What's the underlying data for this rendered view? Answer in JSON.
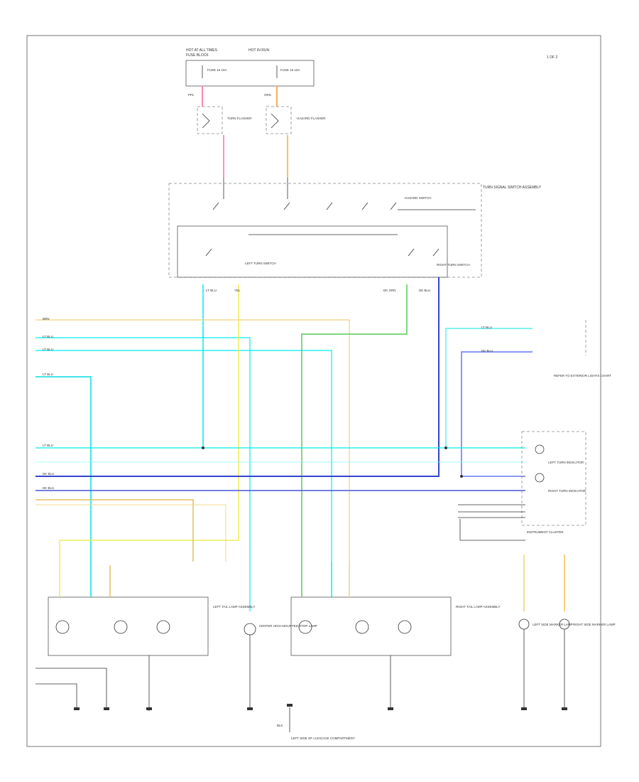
{
  "labels": {
    "fuse_block": "HOT AT ALL TIMES",
    "fuse_block_sub": "FUSE BLOCK",
    "hot_in_run": "HOT IN RUN",
    "fuse_a": "FUSE 16 10A",
    "fuse_b": "FUSE 15 15A",
    "page_ref": "1 OF 2",
    "turn_signal_switch": "TURN SIGNAL SWITCH ASSEMBLY",
    "hazard_switch": "HAZARD SWITCH",
    "left_turn_switch": "LEFT TURN SWITCH",
    "right_turn_switch": "RIGHT TURN SWITCH",
    "turn_flasher": "TURN FLASHER",
    "hazard_flasher": "HAZARD FLASHER",
    "wire_ppl": "PPL",
    "wire_org": "ORG",
    "wire_ltblu": "LT BLU",
    "wire_yel": "YEL",
    "wire_dkgrn": "DK GRN",
    "wire_dkblu": "DK BLU",
    "wire_brn": "BRN",
    "wire_blk": "BLK",
    "instrument_cluster": "INSTRUMENT CLUSTER",
    "left_turn_ind": "LEFT TURN INDICATOR",
    "right_turn_ind": "RIGHT TURN INDICATOR",
    "left_tail_lamp": "LEFT TAIL LAMP ASSEMBLY",
    "right_tail_lamp": "RIGHT TAIL LAMP ASSEMBLY",
    "center_hmsl": "CENTER HIGH MOUNTED STOP LAMP",
    "left_marker": "LEFT SIDE MARKER LAMP",
    "right_marker": "RIGHT SIDE MARKER LAMP",
    "ground_ref": "LEFT SIDE OF LUGGAGE COMPARTMENT",
    "right_note": "REFER TO EXTERIOR LIGHTS CHART"
  }
}
